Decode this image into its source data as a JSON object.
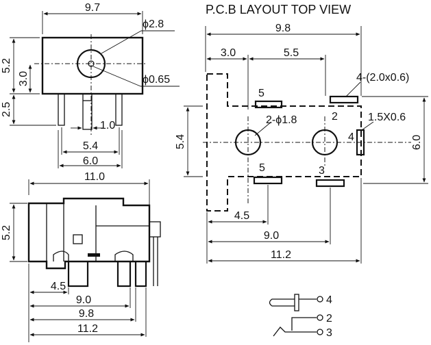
{
  "title": "P.C.B LAYOUT  TOP VIEW",
  "front_view": {
    "width": "9.7",
    "bore": "ϕ2.8",
    "height_total": "5.2",
    "center_height": "3.0",
    "pin_dia": "ϕ0.65",
    "pin_len": "2.5",
    "pin_gap": "1.0",
    "pin_span_a": "5.4",
    "pin_span_b": "6.0"
  },
  "side_view": {
    "length": "11.0",
    "height": "5.2",
    "dim_a": "4.5",
    "dim_b": "9.0",
    "dim_c": "9.8",
    "dim_d": "11.2"
  },
  "pcb": {
    "width": "9.8",
    "dim_a": "3.0",
    "dim_b": "5.5",
    "slots": "4-(2.0x0.6)",
    "pad5_top": "5",
    "pad2": "2",
    "holes": "2-ϕ1.8",
    "pad4": "4",
    "slot4": "1.5X0.6",
    "height_left": "5.4",
    "height_right": "6.0",
    "pad5_bottom": "5",
    "pad3": "3",
    "dim_c": "4.5",
    "dim_d": "9.0",
    "dim_e": "11.2"
  },
  "schematic": {
    "pin4": "4",
    "pin2": "2",
    "pin3": "3"
  }
}
